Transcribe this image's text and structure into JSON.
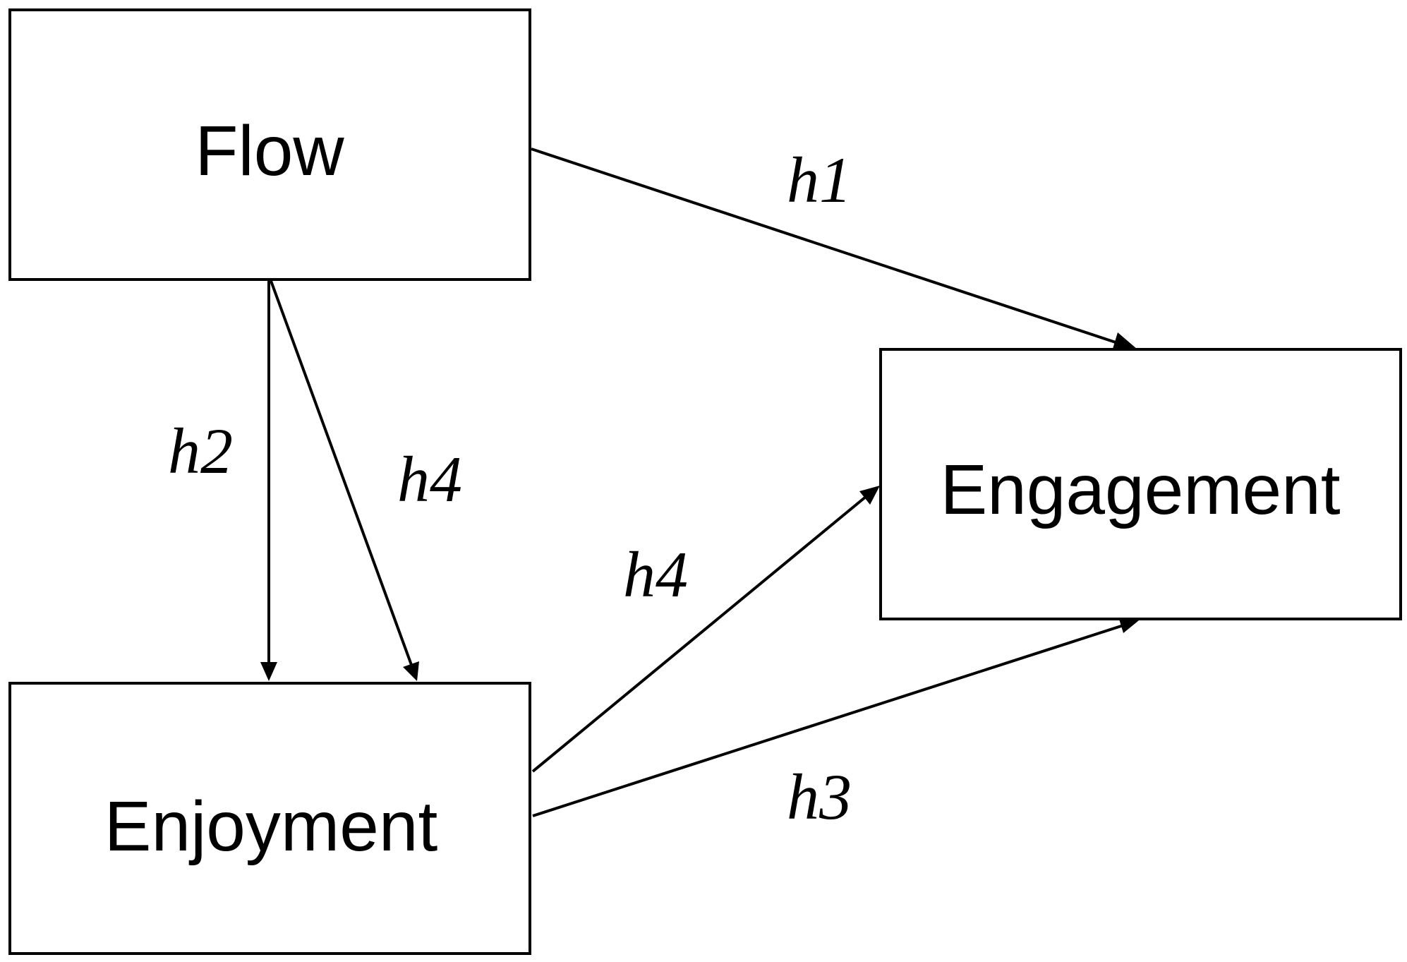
{
  "nodes": {
    "flow": {
      "label": "Flow"
    },
    "enjoyment": {
      "label": "Enjoyment"
    },
    "engagement": {
      "label": "Engagement"
    }
  },
  "edges": {
    "flow_engagement": {
      "label": "h1"
    },
    "flow_enjoyment": {
      "label": "h2"
    },
    "flow_enjoyment_mod": {
      "label": "h4"
    },
    "enjoyment_engagement_mod": {
      "label": "h4"
    },
    "enjoyment_engagement": {
      "label": "h3"
    }
  },
  "colors": {
    "stroke": "#000000",
    "background": "#ffffff"
  }
}
